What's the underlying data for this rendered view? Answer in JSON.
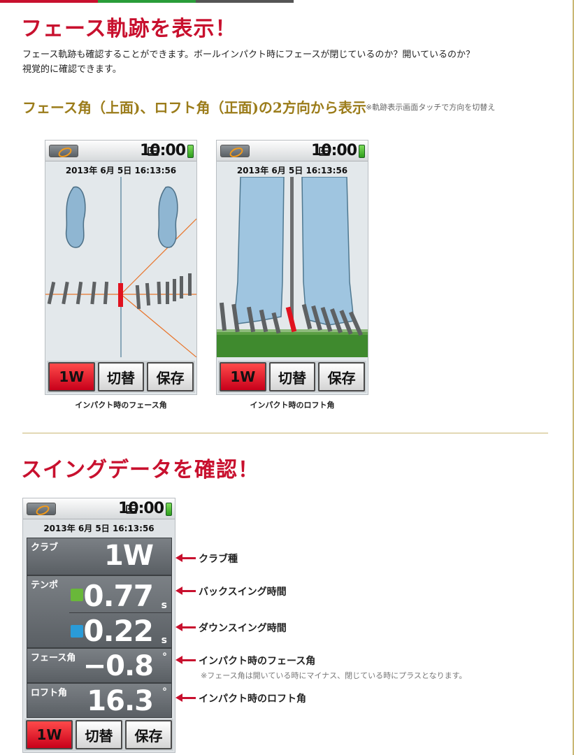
{
  "colors": {
    "accent_red": "#c8102e",
    "gold": "#9b7c1a",
    "topbar": [
      "#c8102e",
      "#2a9d3a",
      "#666666"
    ]
  },
  "section1": {
    "title": "フェース軌跡を表示！",
    "para_line1": "フェース軌跡も確認することができます。ボールインパクト時にフェースが閉じているのか？開いているのか？",
    "para_line2": "視覚的に確認できます。",
    "subtitle": "フェース角（上面)、ロフト角（正面)の2方向から表示",
    "subtitle_note": "※軌跡表示画面タッチで方向を切替え"
  },
  "device": {
    "time": "10:00",
    "date": "2013年 6月 5日 16:13:56",
    "btn_club": "1W",
    "btn_switch": "切替",
    "btn_save": "保存"
  },
  "screen_top": {
    "caption": "インパクト時のフェース角"
  },
  "screen_front": {
    "caption": "インパクト時のロフト角"
  },
  "section2": {
    "title": "スイングデータを確認！",
    "rows": [
      {
        "label": "クラブ",
        "value": "1W",
        "unit": "",
        "annotation": "クラブ種"
      },
      {
        "label": "テンポ",
        "value": "0.77",
        "unit": "s",
        "annotation": "バックスイング時間"
      },
      {
        "label": "",
        "value": "0.22",
        "unit": "s",
        "annotation": "ダウンスイング時間"
      },
      {
        "label": "フェース角",
        "value": "−0.8",
        "unit": "°",
        "annotation": "インパクト時のフェース角"
      },
      {
        "label": "ロフト角",
        "value": "16.3",
        "unit": "°",
        "annotation": "インパクト時のロフト角"
      }
    ],
    "face_note": "※フェース角は開いている時にマイナス、閉じている時にプラスとなります。"
  },
  "icons": [
    "logo-icon",
    "sd-card-icon",
    "battery-icon",
    "backswing-icon",
    "downswing-icon",
    "arrow-left-icon"
  ]
}
